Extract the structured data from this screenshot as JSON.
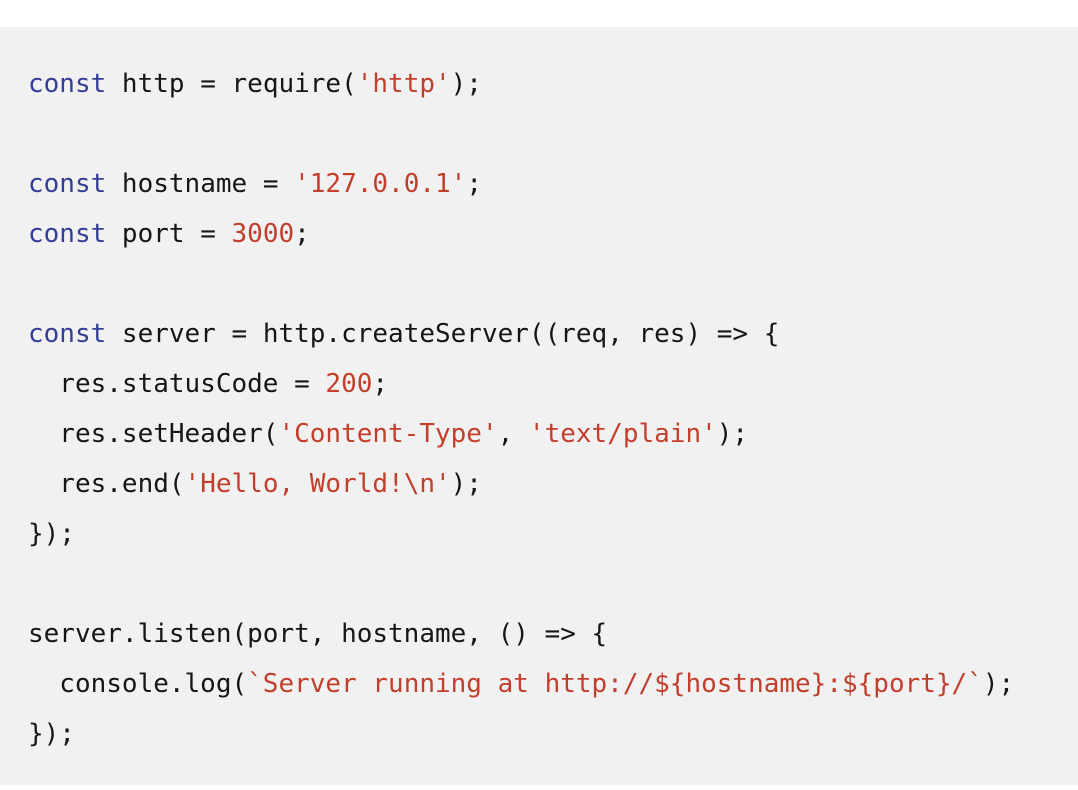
{
  "colors": {
    "page_background": "#ffffff",
    "code_background": "#f1f1f1",
    "text_default": "#161616",
    "keyword": "#343E96",
    "string": "#C23F2C",
    "number": "#C23F2C"
  },
  "code": {
    "language": "javascript",
    "lines": [
      [
        {
          "c": "kw",
          "t": "const"
        },
        {
          "c": "plain",
          "t": " http = require("
        },
        {
          "c": "str",
          "t": "'http'"
        },
        {
          "c": "plain",
          "t": ");"
        }
      ],
      [],
      [
        {
          "c": "kw",
          "t": "const"
        },
        {
          "c": "plain",
          "t": " hostname = "
        },
        {
          "c": "str",
          "t": "'127.0.0.1'"
        },
        {
          "c": "plain",
          "t": ";"
        }
      ],
      [
        {
          "c": "kw",
          "t": "const"
        },
        {
          "c": "plain",
          "t": " port = "
        },
        {
          "c": "num",
          "t": "3000"
        },
        {
          "c": "plain",
          "t": ";"
        }
      ],
      [],
      [
        {
          "c": "kw",
          "t": "const"
        },
        {
          "c": "plain",
          "t": " server = http.createServer((req, res) => {"
        }
      ],
      [
        {
          "c": "plain",
          "t": "  res.statusCode = "
        },
        {
          "c": "num",
          "t": "200"
        },
        {
          "c": "plain",
          "t": ";"
        }
      ],
      [
        {
          "c": "plain",
          "t": "  res.setHeader("
        },
        {
          "c": "str",
          "t": "'Content-Type'"
        },
        {
          "c": "plain",
          "t": ", "
        },
        {
          "c": "str",
          "t": "'text/plain'"
        },
        {
          "c": "plain",
          "t": ");"
        }
      ],
      [
        {
          "c": "plain",
          "t": "  res.end("
        },
        {
          "c": "str",
          "t": "'Hello, World!\\n'"
        },
        {
          "c": "plain",
          "t": ");"
        }
      ],
      [
        {
          "c": "plain",
          "t": "});"
        }
      ],
      [],
      [
        {
          "c": "plain",
          "t": "server.listen(port, hostname, () => {"
        }
      ],
      [
        {
          "c": "plain",
          "t": "  console.log("
        },
        {
          "c": "str",
          "t": "`Server running at http://${hostname}:${port}/`"
        },
        {
          "c": "plain",
          "t": ");"
        }
      ],
      [
        {
          "c": "plain",
          "t": "});"
        }
      ]
    ]
  }
}
